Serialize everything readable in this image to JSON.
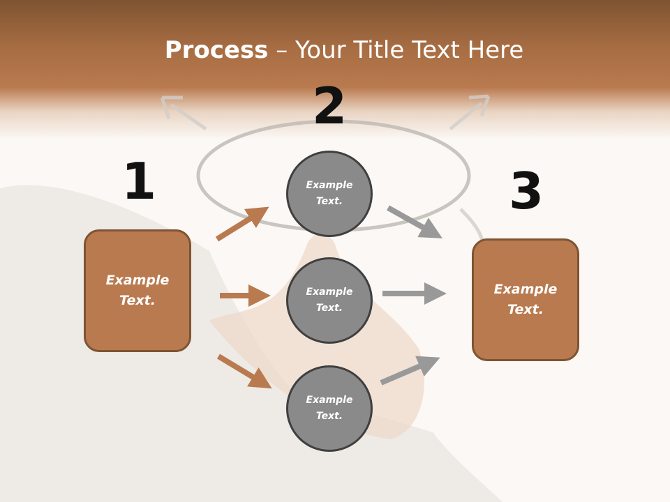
{
  "slide": {
    "title_bold": "Process",
    "title_rest": " – Your Title Text Here"
  },
  "steps": [
    {
      "number": "1",
      "text": "Example\nText."
    },
    {
      "number": "2"
    },
    {
      "number": "3",
      "text": "Example\nText."
    }
  ],
  "nodes": [
    {
      "text": "Example\nText."
    },
    {
      "text": "Example\nText."
    },
    {
      "text": "Example\nText."
    }
  ],
  "colors": {
    "accent": "#b97a4f",
    "accent_border": "#7e5432",
    "node_fill": "#8a8a8a",
    "node_border": "#3f3f3f",
    "left_arrows": "#b97a4f",
    "right_arrows": "#999999"
  }
}
